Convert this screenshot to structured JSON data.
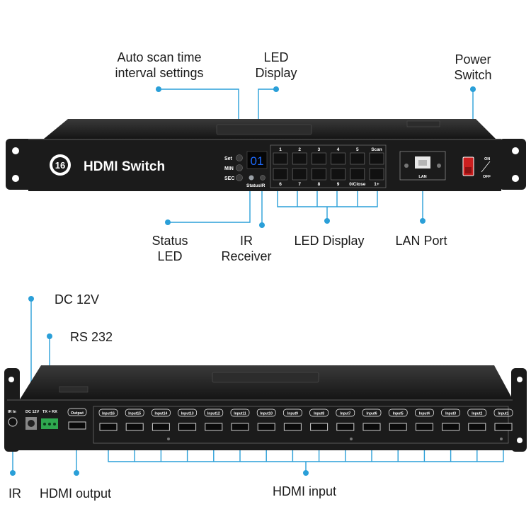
{
  "front": {
    "callouts": {
      "auto_scan_line1": "Auto scan time",
      "auto_scan_line2": "interval settings",
      "led_top_line1": "LED",
      "led_top_line2": "Display",
      "power_line1": "Power",
      "power_line2": "Switch",
      "status_line1": "Status",
      "status_line2": "LED",
      "ir_line1": "IR",
      "ir_line2": "Receiver",
      "led_bottom": "LED Display",
      "lan_port": "LAN Port"
    },
    "panel": {
      "badge_number": "16",
      "title": "HDMI Switch",
      "buttons_side": [
        "Set",
        "MIN",
        "SEC"
      ],
      "led_digits": "01",
      "status_label": "Status",
      "ir_label": "IR",
      "key_top_labels": [
        "1",
        "2",
        "3",
        "4",
        "5",
        "Scan"
      ],
      "key_bottom_labels": [
        "6",
        "7",
        "8",
        "9",
        "0/Close",
        "1+"
      ],
      "lan_label": "LAN",
      "switch_on": "ON",
      "switch_off": "OFF"
    }
  },
  "rear": {
    "callouts": {
      "dc": "DC 12V",
      "rs232": "RS 232",
      "ir": "IR",
      "hdmi_output": "HDMI output",
      "hdmi_input": "HDMI input"
    },
    "panel": {
      "ir_in": "IR In",
      "dc_label": "DC 12V",
      "rs_label": "TX + RX",
      "output_label": "Output",
      "inputs": [
        "Input16",
        "Input15",
        "Input14",
        "Input13",
        "Input12",
        "Input11",
        "Input10",
        "Input9",
        "Input8",
        "Input7",
        "Input6",
        "Input5",
        "Input4",
        "Input3",
        "Input2",
        "Input1"
      ]
    }
  },
  "colors": {
    "callout_line": "#2a9fd8",
    "chassis": "#1b1b1b",
    "led": "#1e6bff"
  }
}
